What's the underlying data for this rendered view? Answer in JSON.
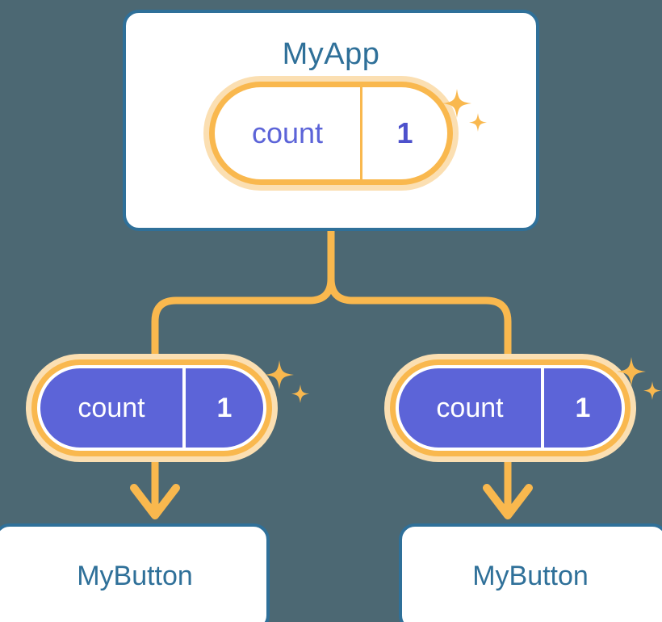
{
  "theme": {
    "background": "#4c6873",
    "card_border": "#2f7099",
    "card_fill": "#ffffff",
    "title_text": "#2f7099",
    "pill_ring": "#f9b84e",
    "pill_halo": "#fbdfb2",
    "pill_fill_child": "#5c64d8",
    "pill_text_child": "#ffffff",
    "pill_text_root": "#5c64d8",
    "connector": "#f9b84e",
    "sparkle": "#f9b84e"
  },
  "root": {
    "title": "MyApp",
    "state": {
      "key": "count",
      "value": "1"
    }
  },
  "children": [
    {
      "state": {
        "key": "count",
        "value": "1"
      },
      "label": "MyButton"
    },
    {
      "state": {
        "key": "count",
        "value": "1"
      },
      "label": "MyButton"
    }
  ],
  "icons": {
    "sparkle_large": "sparkle-four-point-large",
    "sparkle_small": "sparkle-four-point-small",
    "arrow_down": "arrow-down"
  }
}
